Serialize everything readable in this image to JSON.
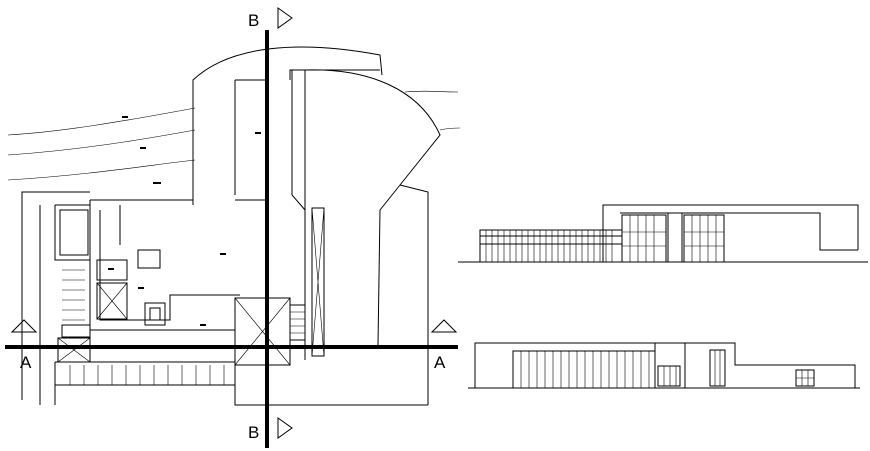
{
  "drawing": {
    "section_markers": {
      "b_top": "B",
      "b_bottom": "B",
      "a_left": "A",
      "a_right": "A"
    }
  }
}
